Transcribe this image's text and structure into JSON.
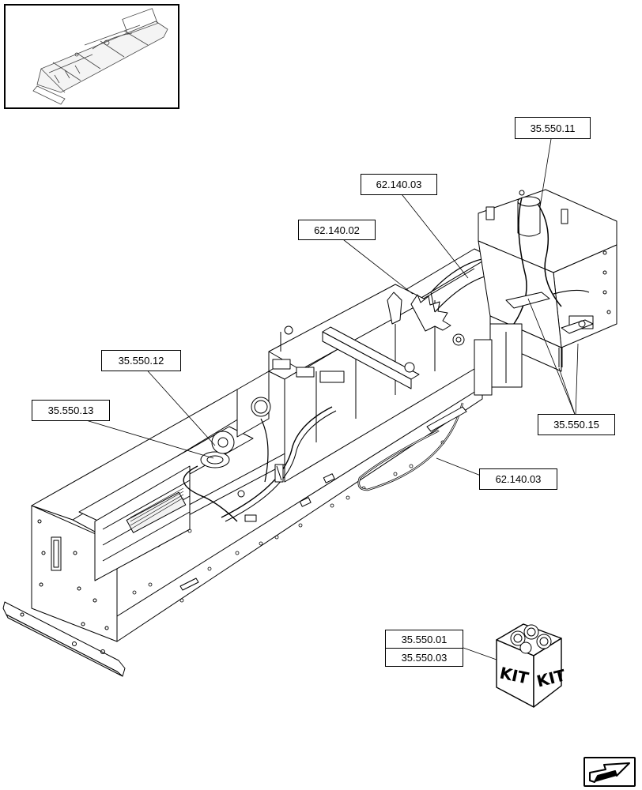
{
  "callouts": {
    "c_35_550_11": "35.550.11",
    "c_62_140_03_top": "62.140.03",
    "c_62_140_02": "62.140.02",
    "c_35_550_12": "35.550.12",
    "c_35_550_13": "35.550.13",
    "c_35_550_15": "35.550.15",
    "c_62_140_03_bottom": "62.140.03",
    "c_35_550_01": "35.550.01",
    "c_35_550_03": "35.550.03"
  },
  "kit": {
    "label_left": "KIT",
    "label_right": "KIT"
  },
  "icons": {
    "thumbnail": "overview-thumbnail-icon",
    "navigation": "next-page-arrow-icon",
    "kit": "kit-box-icon"
  }
}
